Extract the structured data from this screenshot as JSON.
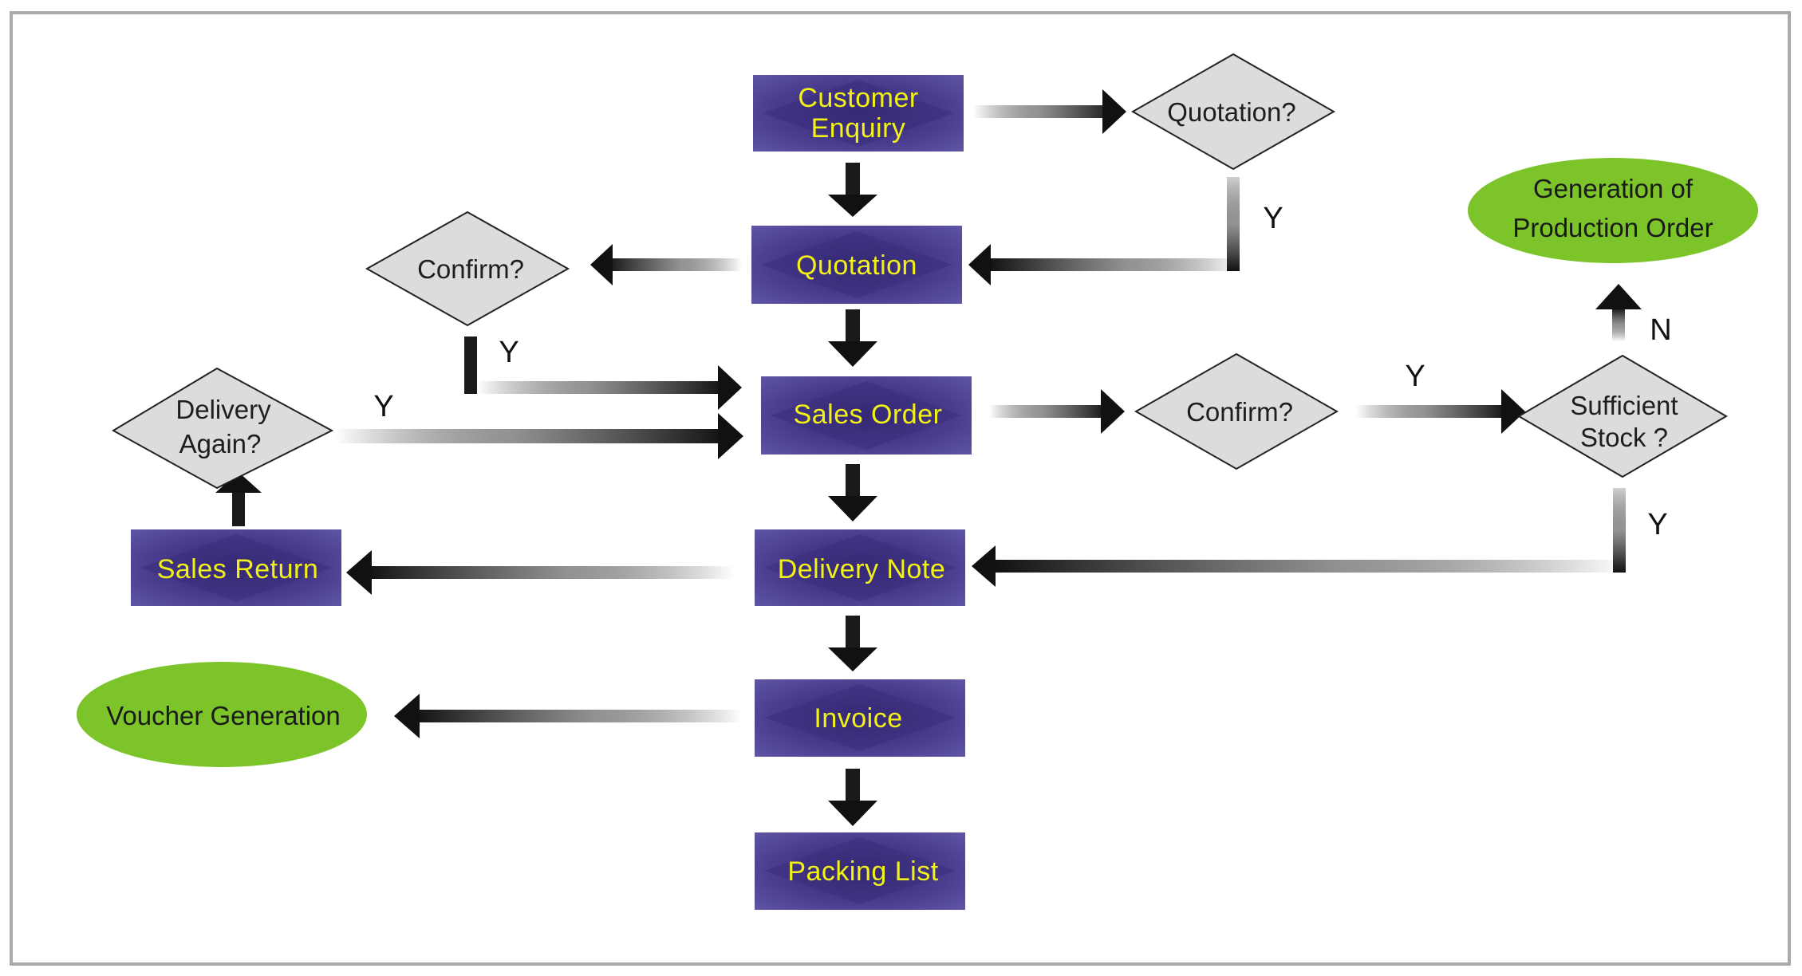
{
  "boxes": {
    "customer_enquiry": [
      "Customer",
      "Enquiry"
    ],
    "quotation": "Quotation",
    "sales_order": "Sales Order",
    "delivery_note": "Delivery Note",
    "invoice": "Invoice",
    "packing_list": "Packing List",
    "sales_return": "Sales Return"
  },
  "decisions": {
    "quotation_q": "Quotation?",
    "confirm_q_left": "Confirm?",
    "delivery_again_q": [
      "Delivery",
      "Again?"
    ],
    "confirm_q_right": "Confirm?",
    "sufficient_stock_q": [
      "Sufficient",
      "Stock ?"
    ]
  },
  "terminals": {
    "voucher_generation": "Voucher Generation",
    "production_order": [
      "Generation of",
      "Production Order"
    ]
  },
  "branch_labels": {
    "quotation_yes": "Y",
    "confirm_left_yes": "Y",
    "delivery_again_yes": "Y",
    "confirm_right_yes": "Y",
    "stock_no": "N",
    "stock_yes": "Y"
  },
  "colors": {
    "box_fill": "#4a3d8f",
    "box_text": "#f2f215",
    "diamond_fill": "#dcdcdc",
    "terminal_fill": "#7cc42a",
    "arrow": "#111111"
  }
}
